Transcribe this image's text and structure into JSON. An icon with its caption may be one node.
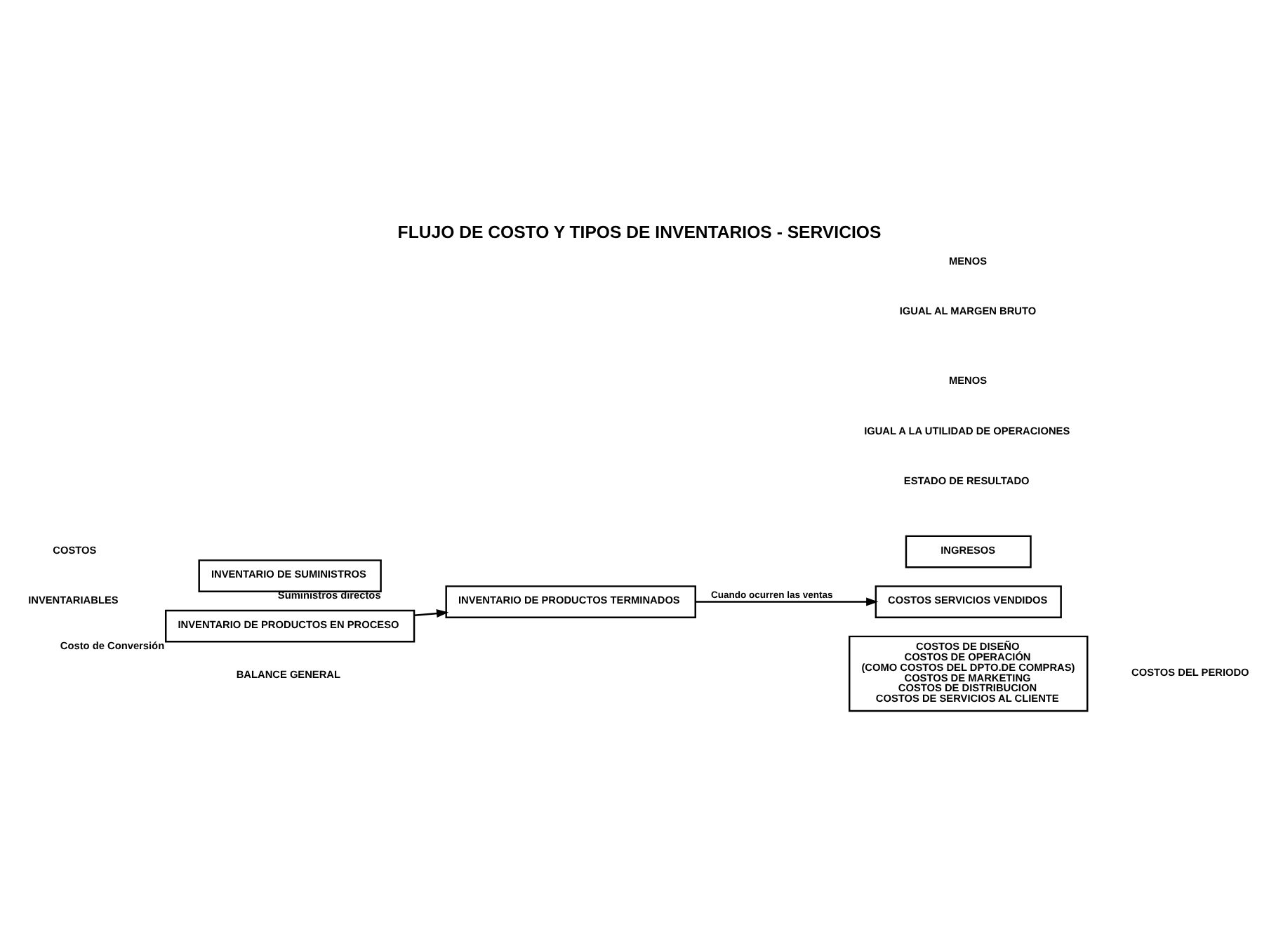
{
  "diagram": {
    "title": "FLUJO DE COSTO Y TIPOS DE INVENTARIOS - SERVICIOS",
    "nodes": [
      {
        "text": [
          "INVENTARIO DE SUMINISTROS"
        ],
        "beside": [
          "Suministros directos"
        ]
      },
      {
        "text": [
          "INVENTARIO DE PRODUCTOS EN PROCESO"
        ],
        "beside": [
          "Costo de Conversión"
        ]
      },
      {
        "text": [
          "INVENTARIO DE PRODUCTOS TERMINADOS"
        ]
      },
      {
        "text": [
          "INGRESOS"
        ]
      },
      {
        "text": [
          "COSTOS SERVICIOS VENDIDOS"
        ]
      },
      {
        "text": [
          "COSTOS DE DISEÑO",
          "COSTOS DE OPERACIÓN",
          "(COMO COSTOS DEL DPTO.DE COMPRAS)",
          "COSTOS DE MARKETING",
          "COSTOS DE DISTRIBUCION",
          "COSTOS DE SERVICIOS AL CLIENTE"
        ]
      }
    ],
    "edges": [
      {
        "from": 1,
        "to": 2,
        "arrow": "to"
      },
      {
        "from": 2,
        "to": 4,
        "arrow": "to",
        "label": "Cuando ocurren las ventas"
      }
    ],
    "labels": [
      "COSTOS",
      "INVENTARIABLES",
      "BALANCE GENERAL",
      "ESTADO DE RESULTADO",
      "MENOS",
      "IGUAL AL MARGEN BRUTO",
      "MENOS",
      "COSTOS DEL PERIODO",
      "IGUAL A LA UTILIDAD DE OPERACIONES"
    ]
  }
}
